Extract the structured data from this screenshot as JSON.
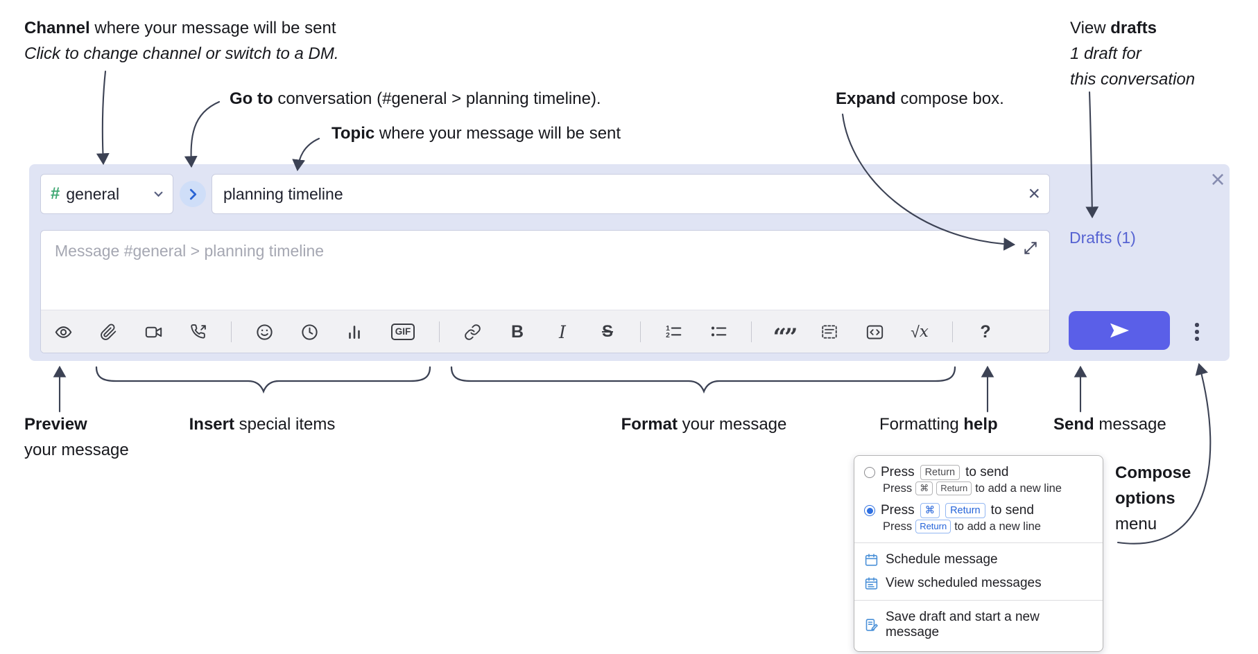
{
  "annotations": {
    "channel": {
      "lead": "Channel",
      "rest": " where your message will be sent",
      "sub": "Click to change channel or switch to a DM."
    },
    "goto": {
      "lead": "Go to",
      "rest": " conversation (#general > planning timeline)."
    },
    "topic": {
      "lead": "Topic",
      "rest": " where your message will be sent"
    },
    "expand": {
      "lead": "Expand",
      "rest": " compose box."
    },
    "view_drafts": {
      "pre": "View ",
      "lead": "drafts",
      "line2": "1 draft for",
      "line3": "this conversation"
    },
    "preview": {
      "lead": "Preview",
      "line2": "your message"
    },
    "insert": {
      "lead": "Insert",
      "rest": " special items"
    },
    "format": {
      "lead": "Format",
      "rest": " your message"
    },
    "help": {
      "pre": "Formatting ",
      "lead": "help"
    },
    "send": {
      "lead": "Send",
      "rest": " message"
    },
    "compose_options": {
      "line1": "Compose",
      "line2": "options",
      "line3": "menu"
    }
  },
  "compose": {
    "channel": {
      "hash": "#",
      "name": "general"
    },
    "topic_value": "planning timeline",
    "message_placeholder": "Message #general > planning timeline",
    "drafts_link": "Drafts (1)",
    "toolbar": {
      "gif": "GIF",
      "bold": "B",
      "italic": "I",
      "strike": "S",
      "quote": "“”",
      "math_radical": "√",
      "math_var": "x",
      "help": "?"
    }
  },
  "options_menu": {
    "opt1": {
      "press": "Press",
      "keys": [
        "Return"
      ],
      "suffix": "to send",
      "sub_press": "Press",
      "sub_keys": [
        "⌘",
        "Return"
      ],
      "sub_suffix": "to add a new line",
      "selected": false
    },
    "opt2": {
      "press": "Press",
      "keys": [
        "⌘",
        "Return"
      ],
      "suffix": "to send",
      "sub_press": "Press",
      "sub_keys": [
        "Return"
      ],
      "sub_suffix": "to add a new line",
      "selected": true
    },
    "schedule_label": "Schedule message",
    "view_scheduled_label": "View scheduled messages",
    "save_draft_label": "Save draft and start a new message"
  },
  "icons": {
    "toolbar": [
      "eye",
      "paperclip",
      "video-camera",
      "phone-call",
      "smiley",
      "clock",
      "bar-chart",
      "gif",
      "link",
      "bold",
      "italic",
      "strikethrough",
      "numbered-list",
      "bulleted-list",
      "quote",
      "spoiler",
      "code",
      "math",
      "question"
    ],
    "other": [
      "chevron-down",
      "chevron-right",
      "close",
      "expand-diagonal",
      "paper-plane",
      "kebab-menu",
      "calendar",
      "document-pencil"
    ]
  },
  "colors": {
    "compose_background": "#e0e4f4",
    "send_button": "#5a5fe8",
    "drafts_link": "#5663d2",
    "channel_hash_green": "#3fa873",
    "selected_radio_blue": "#2e6fe0",
    "kbd_blue": "#2463d9"
  }
}
